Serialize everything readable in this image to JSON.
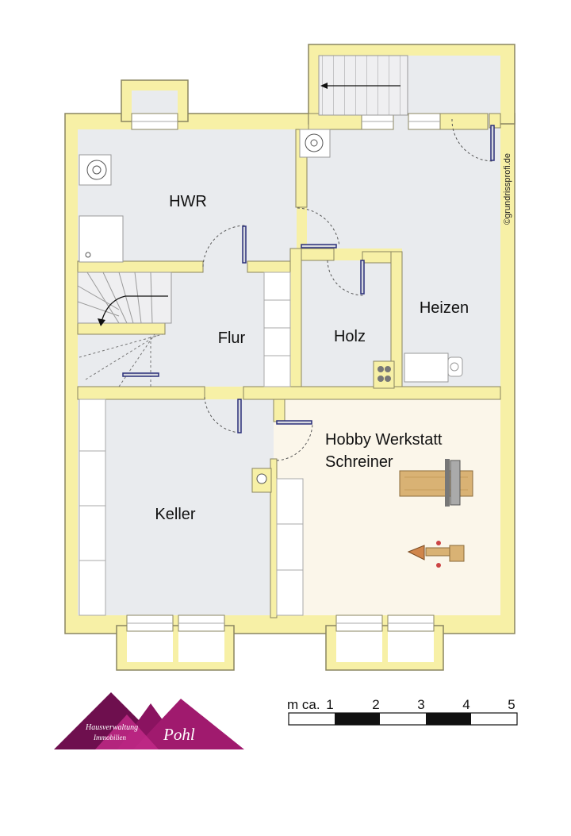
{
  "rooms": {
    "hwr": "HWR",
    "flur": "Flur",
    "holz": "Holz",
    "heizen": "Heizen",
    "keller": "Keller",
    "hobby_line1": "Hobby Werkstatt",
    "hobby_line2": "Schreiner"
  },
  "watermark": "©grundrissprofi.de",
  "scale": {
    "prefix": "m ca.",
    "ticks": [
      "1",
      "2",
      "3",
      "4",
      "5"
    ]
  },
  "logo": {
    "line1": "Hausverwaltung",
    "line2": "Immobilien",
    "name": "Pohl"
  },
  "colors": {
    "wall": "#f7f0a6",
    "wall_stroke": "#8a8560",
    "floor": "#e9ebee",
    "workshop_floor": "#fbf6ea",
    "logo_dark": "#6e0f4e",
    "logo_mid": "#a01a6e",
    "logo_light": "#c42a8a"
  }
}
